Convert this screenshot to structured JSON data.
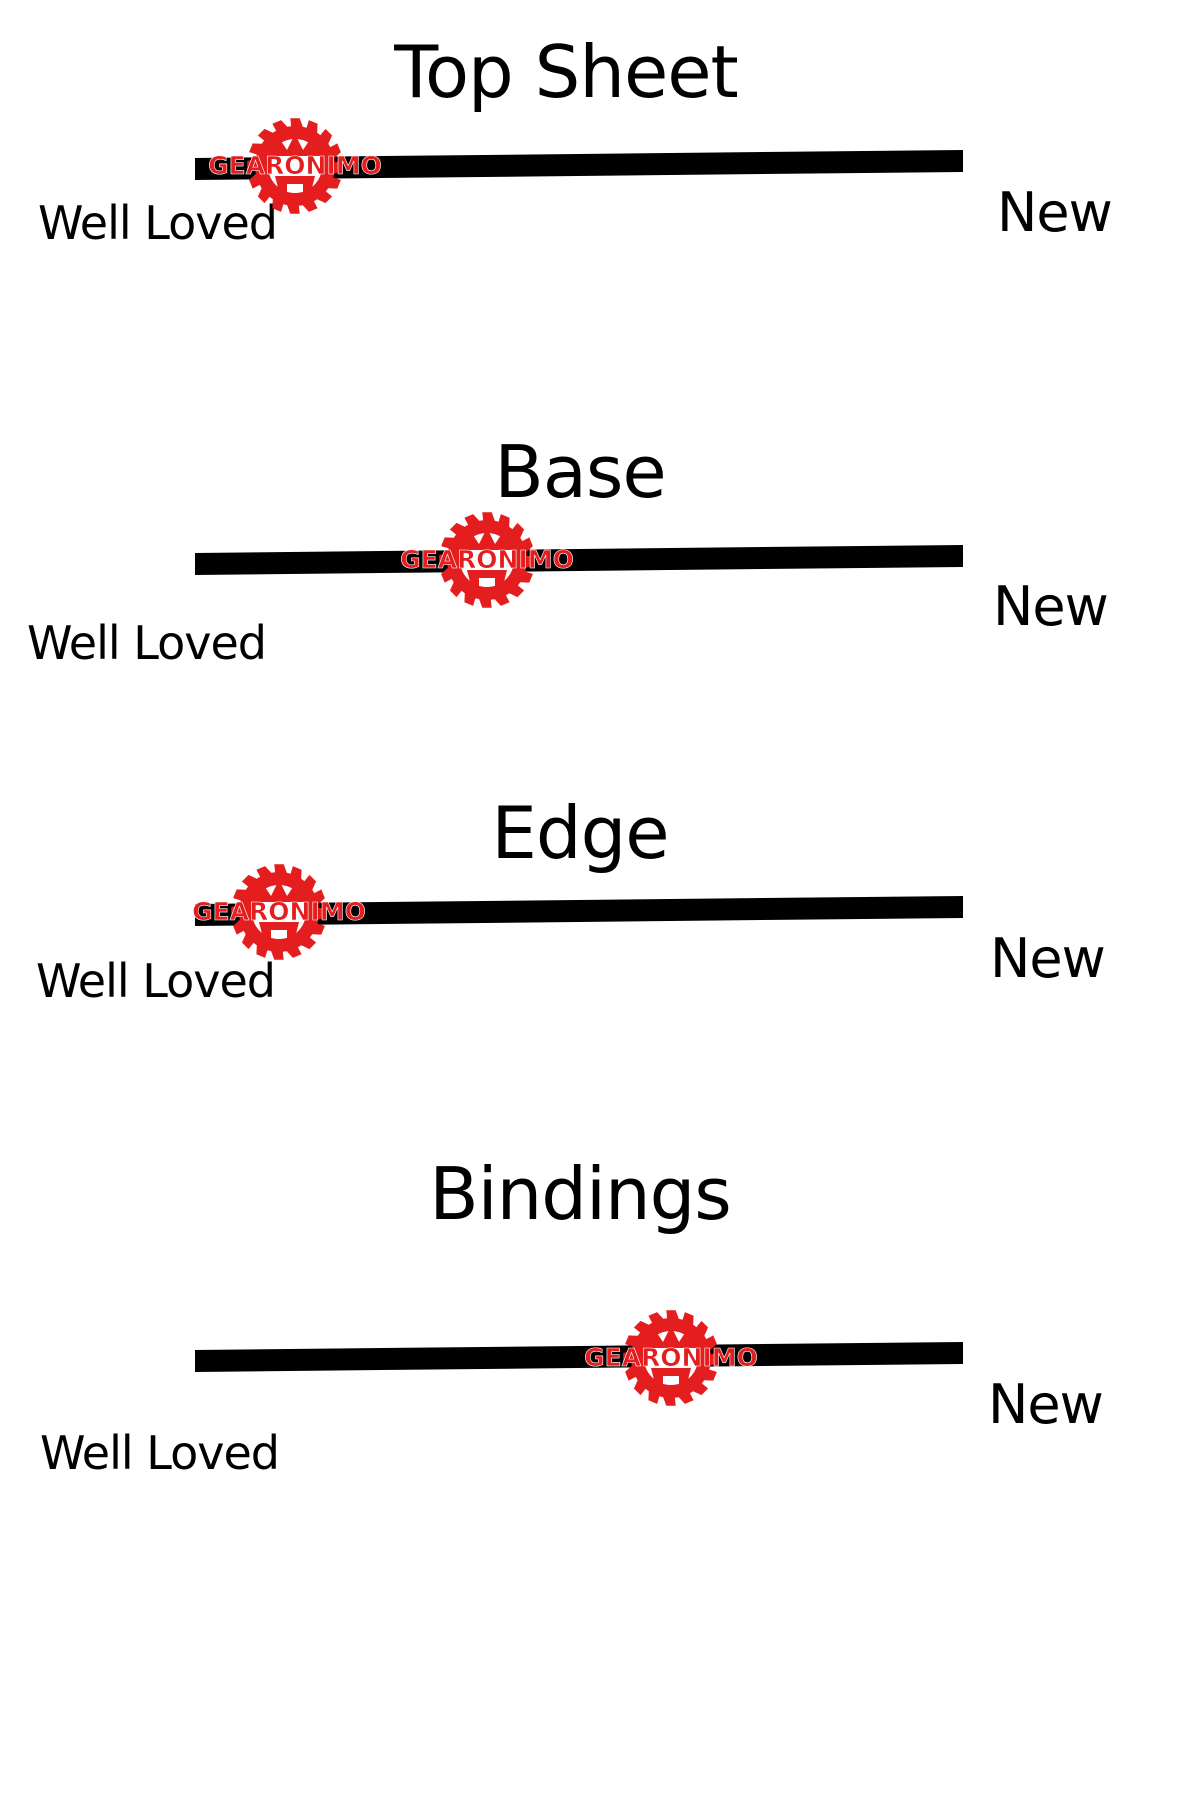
{
  "brand": {
    "name": "GEARONIMO",
    "color": "#e41e1e"
  },
  "scale": {
    "left_label": "Well Loved",
    "right_label": "New"
  },
  "ratings": [
    {
      "title": "Top Sheet",
      "level": 0.13
    },
    {
      "title": "Base",
      "level": 0.38
    },
    {
      "title": "Edge",
      "level": 0.11
    },
    {
      "title": "Bindings",
      "level": 0.62
    }
  ]
}
